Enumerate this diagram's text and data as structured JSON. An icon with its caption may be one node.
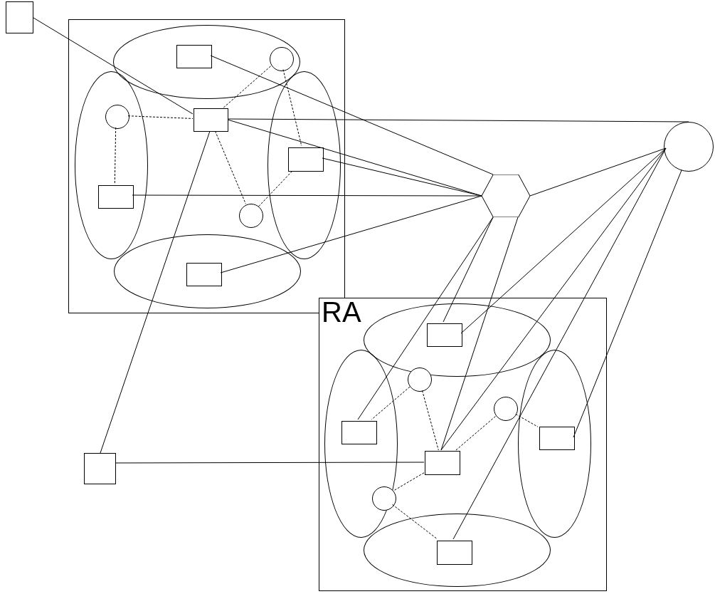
{
  "diagram": {
    "nodes": [
      {
        "text": [],
        "shape": "box"
      },
      {
        "text": [],
        "shape": "box"
      },
      {
        "text": [],
        "shape": "ellipse",
        "in": 1
      },
      {
        "text": [],
        "shape": "box",
        "in": 2
      },
      {
        "text": [],
        "shape": "circle",
        "in": 2
      },
      {
        "text": [],
        "shape": "ellipse",
        "in": 1
      },
      {
        "text": [],
        "shape": "circle",
        "in": 5
      },
      {
        "text": [],
        "shape": "box",
        "in": 5
      },
      {
        "text": [],
        "shape": "box",
        "in": 1
      },
      {
        "text": [],
        "shape": "ellipse",
        "in": 1
      },
      {
        "text": [],
        "shape": "box",
        "in": 9
      },
      {
        "text": [],
        "shape": "circle",
        "in": 1
      },
      {
        "text": [],
        "shape": "ellipse",
        "in": 1
      },
      {
        "text": [],
        "shape": "box",
        "in": 12
      },
      {
        "text": [],
        "shape": "circle"
      },
      {
        "text": [],
        "shape": "hexagon"
      },
      {
        "text": [],
        "shape": "box"
      },
      {
        "text": [],
        "shape": "ellipse",
        "in": 16
      },
      {
        "text": [],
        "shape": "box",
        "in": 17
      },
      {
        "text": [],
        "shape": "circle",
        "in": 16
      },
      {
        "text": [],
        "shape": "ellipse",
        "in": 16
      },
      {
        "text": [],
        "shape": "box",
        "in": 20
      },
      {
        "text": [],
        "shape": "box",
        "in": 16
      },
      {
        "text": [],
        "shape": "circle",
        "in": 16
      },
      {
        "text": [],
        "shape": "ellipse",
        "in": 16
      },
      {
        "text": [],
        "shape": "box",
        "in": 24
      },
      {
        "text": [],
        "shape": "circle",
        "in": 20
      },
      {
        "text": [],
        "shape": "ellipse",
        "in": 16
      },
      {
        "text": [],
        "shape": "box",
        "in": 27
      },
      {
        "text": [],
        "shape": "box"
      }
    ],
    "edges": [
      {
        "from": 0,
        "to": 8,
        "arrow": "none"
      },
      {
        "from": 3,
        "to": 15,
        "arrow": "none"
      },
      {
        "from": 8,
        "to": 14,
        "arrow": "none"
      },
      {
        "from": 8,
        "to": 15,
        "arrow": "none"
      },
      {
        "from": 10,
        "to": 15,
        "arrow": "none"
      },
      {
        "from": 7,
        "to": 15,
        "arrow": "none"
      },
      {
        "from": 13,
        "to": 15,
        "arrow": "none"
      },
      {
        "from": 15,
        "to": 14,
        "arrow": "none"
      },
      {
        "from": 15,
        "to": 21,
        "arrow": "none"
      },
      {
        "from": 15,
        "to": 18,
        "arrow": "none"
      },
      {
        "from": 15,
        "to": 22,
        "arrow": "none"
      },
      {
        "from": 14,
        "to": 18,
        "arrow": "none"
      },
      {
        "from": 14,
        "to": 22,
        "arrow": "none"
      },
      {
        "from": 14,
        "to": 28,
        "arrow": "none"
      },
      {
        "from": 14,
        "to": 25,
        "arrow": "none"
      },
      {
        "from": 8,
        "to": 29,
        "arrow": "none"
      },
      {
        "from": 29,
        "to": 22,
        "arrow": "none"
      },
      {
        "from": 6,
        "to": 8,
        "arrow": "none",
        "style": "dashed"
      },
      {
        "from": 6,
        "to": 7,
        "arrow": "none",
        "style": "dashed"
      },
      {
        "from": 8,
        "to": 4,
        "arrow": "none",
        "style": "dashed"
      },
      {
        "from": 4,
        "to": 10,
        "arrow": "none",
        "style": "dashed"
      },
      {
        "from": 8,
        "to": 11,
        "arrow": "none",
        "style": "dashed"
      },
      {
        "from": 11,
        "to": 10,
        "arrow": "none",
        "style": "dashed"
      },
      {
        "from": 19,
        "to": 21,
        "arrow": "none",
        "style": "dashed"
      },
      {
        "from": 19,
        "to": 22,
        "arrow": "none",
        "style": "dashed"
      },
      {
        "from": 22,
        "to": 23,
        "arrow": "none",
        "style": "dashed"
      },
      {
        "from": 23,
        "to": 25,
        "arrow": "none",
        "style": "dashed"
      },
      {
        "from": 22,
        "to": 26,
        "arrow": "none",
        "style": "dashed"
      },
      {
        "from": 26,
        "to": 28,
        "arrow": "none",
        "style": "dashed"
      }
    ],
    "labels": [
      "RA"
    ]
  }
}
